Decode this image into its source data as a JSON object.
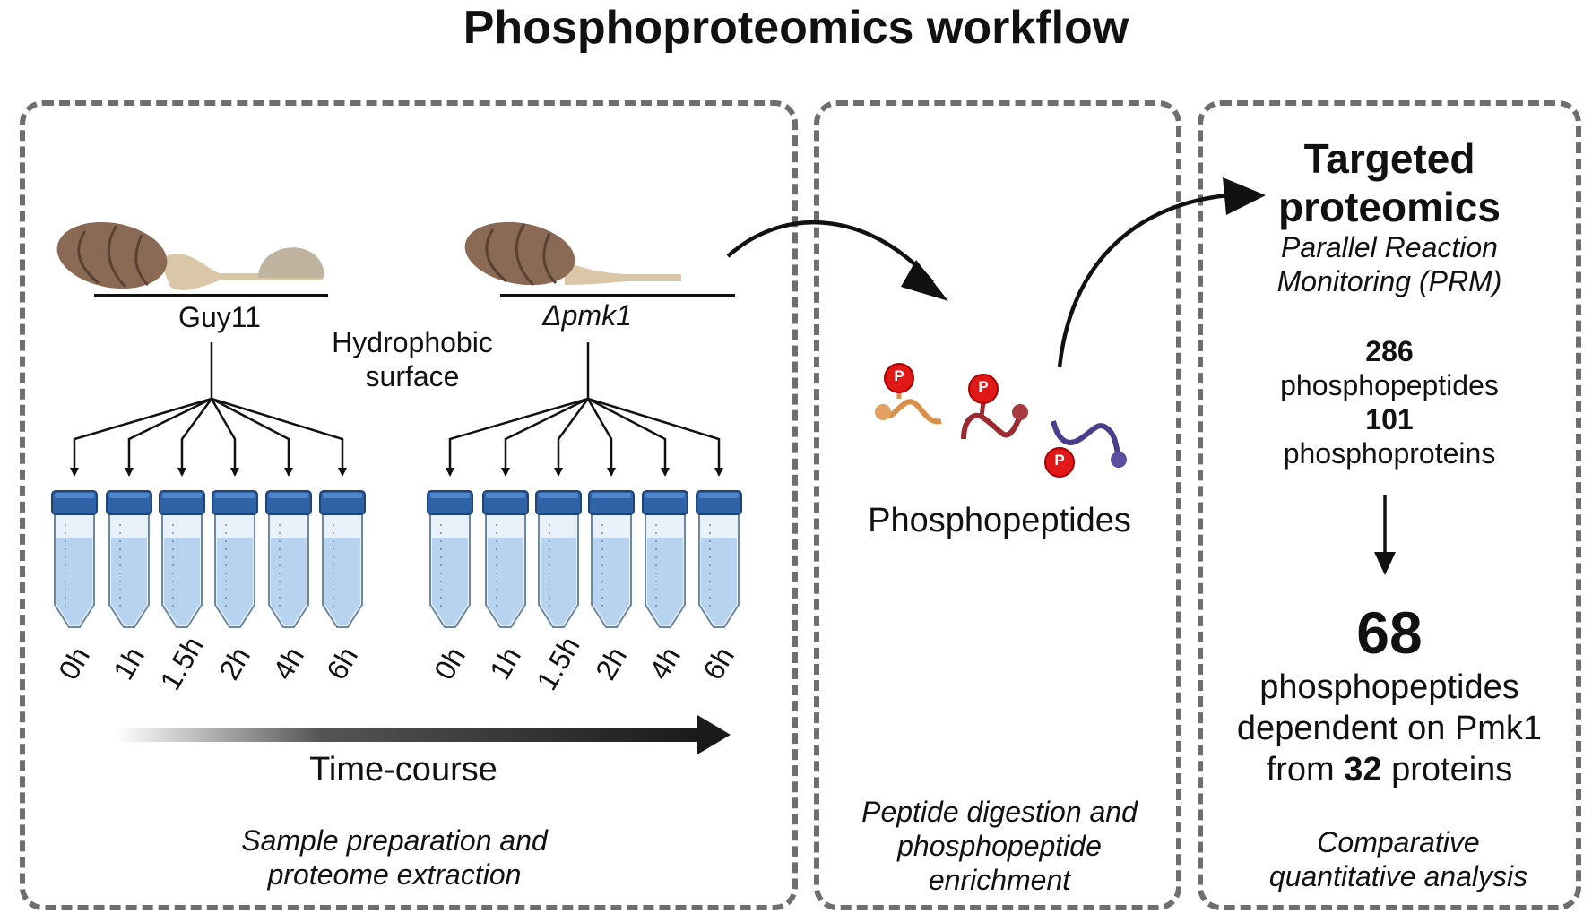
{
  "title": "Phosphoproteomics workflow",
  "panel1": {
    "strain_wt": "Guy11",
    "strain_mut": "Δpmk1",
    "surface_label_line1": "Hydrophobic",
    "surface_label_line2": "surface",
    "timepoints": [
      "0h",
      "1h",
      "1.5h",
      "2h",
      "4h",
      "6h"
    ],
    "timecourse_label": "Time-course",
    "caption_line1": "Sample preparation and",
    "caption_line2": "proteome extraction"
  },
  "panel2": {
    "peptide_label": "Phosphopeptides",
    "phospho_marker": "P",
    "caption_line1": "Peptide digestion and",
    "caption_line2": "phosphopeptide",
    "caption_line3": "enrichment"
  },
  "panel3": {
    "heading_line1": "Targeted",
    "heading_line2": "proteomics",
    "method_line1": "Parallel Reaction",
    "method_line2": "Monitoring (PRM)",
    "count_peptides": "286",
    "count_peptides_label": "phosphopeptides",
    "count_proteins": "101",
    "count_proteins_label": "phosphoproteins",
    "result_count": "68",
    "result_line1": "phosphopeptides",
    "result_line2": "dependent on Pmk1",
    "result_line3_prefix": "from ",
    "result_line3_count": "32",
    "result_line3_suffix": " proteins",
    "caption_line1": "Comparative",
    "caption_line2": "quantitative analysis"
  },
  "colors": {
    "panel_border": "#6e6e6e",
    "tube_cap": "#2f63a6",
    "tube_liquid": "#b7d3ef",
    "spore_body": "#8a6a55",
    "appressorium": "#c0b4a0",
    "phospho_circle": "#e01818",
    "peptide_orange": "#d9904a",
    "peptide_red": "#9c2a30",
    "peptide_purple": "#4a3d8c"
  }
}
